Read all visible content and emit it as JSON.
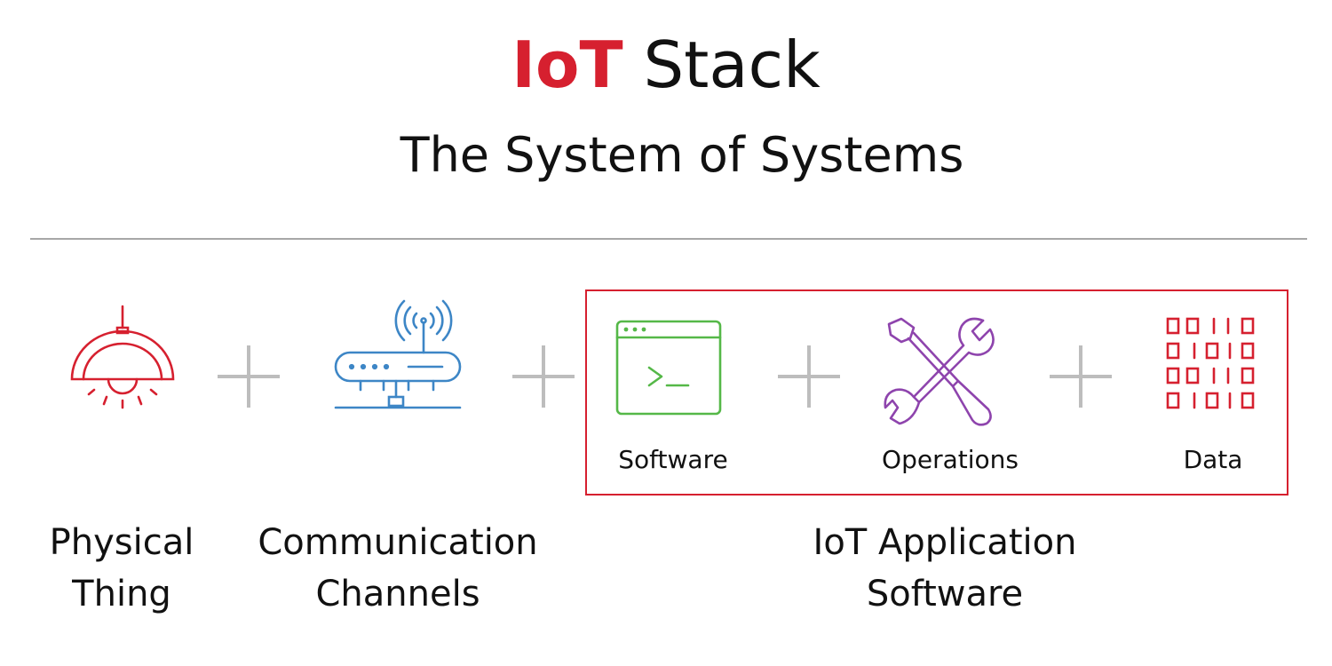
{
  "title": {
    "part1": "IoT",
    "part2": "Stack"
  },
  "subtitle": "The System of Systems",
  "colors": {
    "red": "#d6202f",
    "blue": "#3d86c6",
    "green": "#55b848",
    "purple": "#8e44ad",
    "gray": "#bdbdbd"
  },
  "icons": {
    "physical": "ceiling-lamp-icon",
    "communication": "wifi-router-icon",
    "software": "terminal-window-icon",
    "operations": "wrench-screwdriver-icon",
    "data": "binary-data-icon"
  },
  "app_box": {
    "software": "Software",
    "operations": "Operations",
    "data": "Data"
  },
  "bottom": {
    "physical": {
      "line1": "Physical",
      "line2": "Thing"
    },
    "communication": {
      "line1": "Communication",
      "line2": "Channels"
    },
    "application": {
      "line1": "IoT Application",
      "line2": "Software"
    }
  }
}
